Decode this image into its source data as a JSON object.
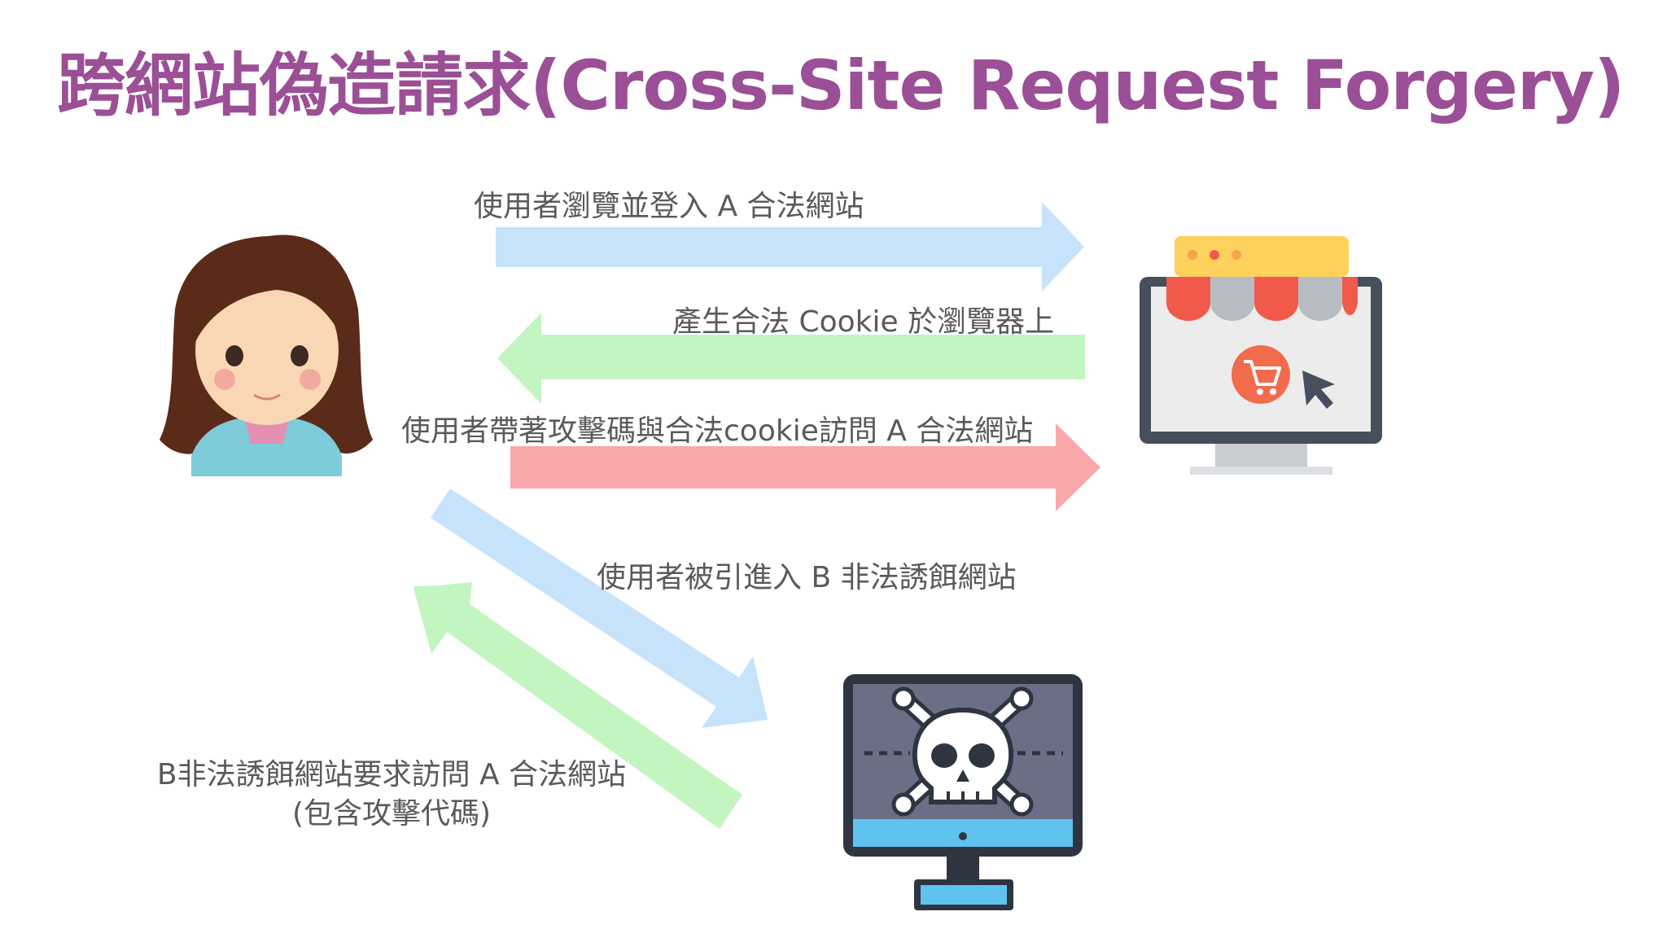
{
  "title": "跨網站偽造請求(Cross-Site Request Forgery)",
  "steps": {
    "login": "使用者瀏覽並登入 A 合法網站",
    "cookie": "產生合法 Cookie 於瀏覽器上",
    "lured": "使用者被引進入 B 非法誘餌網站",
    "request_line1": "B非法誘餌網站要求訪問 A 合法網站",
    "request_line2": "(包含攻擊代碼)",
    "attack": "使用者帶著攻擊碼與合法cookie訪問 A 合法網站"
  },
  "colors": {
    "title": "#9b4f96",
    "blue_arrow": "#c7e3fb",
    "green_arrow": "#c3f5c0",
    "red_arrow": "#f8a7ab",
    "shop_awning_red": "#f15a4a",
    "shop_awning_gray": "#b8bcc3",
    "shop_top": "#fdd15b",
    "cart": "#f26b4d",
    "monitor_frame": "#46505c",
    "skull_screen": "#6b6f86",
    "skull_stand": "#5fc3f0"
  },
  "icons": {
    "user": "girl-avatar-icon",
    "legit_site": "shop-monitor-icon",
    "malicious_site": "skull-monitor-icon"
  }
}
